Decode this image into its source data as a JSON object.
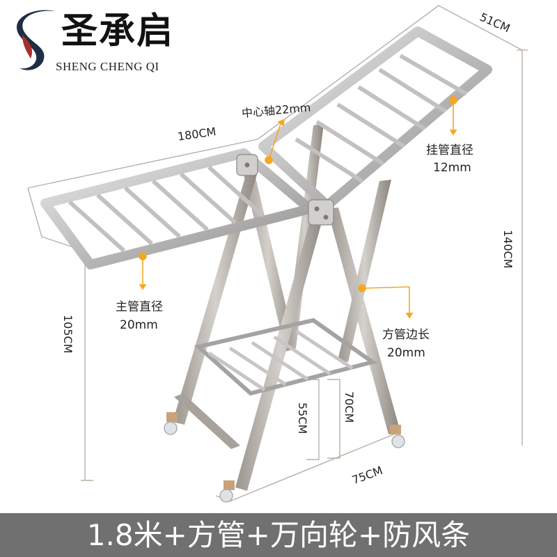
{
  "brand": {
    "name_cn": "圣承启",
    "name_en": "SHENG CHENG QI",
    "colors": {
      "navy": "#1f2e44",
      "red": "#a9302a",
      "text": "#111111"
    }
  },
  "product": {
    "type": "folding clothes drying rack",
    "icon": "drying-rack-illustration"
  },
  "dimensions": {
    "width_top": "51CM",
    "length": "180CM",
    "height_total": "140CM",
    "height_wing": "105CM",
    "height_lower_shelf": "55CM",
    "height_shelf_top": "70CM",
    "base_width": "75CM"
  },
  "callouts": {
    "center_axis": "中心轴22mm",
    "hanging_tube_title": "挂管直径",
    "hanging_tube_value": "12mm",
    "main_tube_title": "主管直径",
    "main_tube_value": "20mm",
    "square_tube_title": "方管边长",
    "square_tube_value": "20mm",
    "accent_color": "#f5a623"
  },
  "footer": {
    "text": "1.8米+方管+万向轮+防风条",
    "background": "#707070"
  }
}
